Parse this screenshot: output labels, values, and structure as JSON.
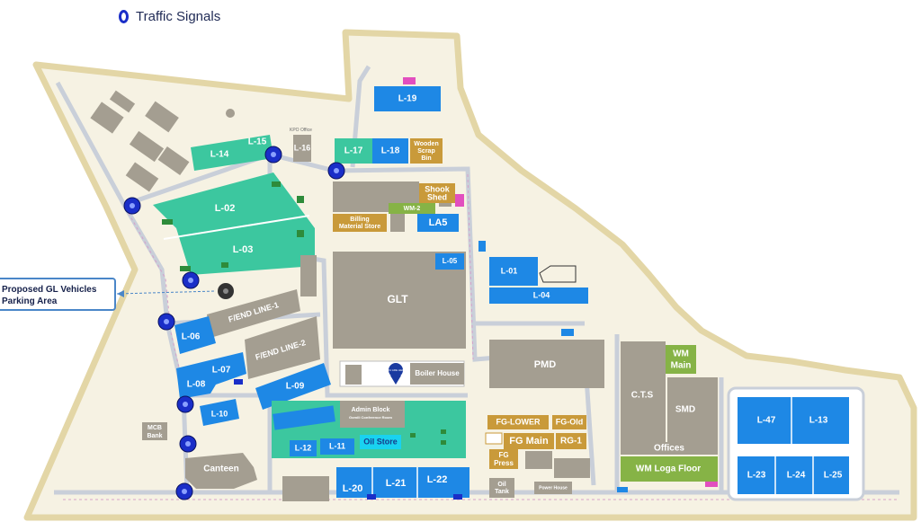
{
  "legend": {
    "traffic_signals": "Traffic Signals"
  },
  "callout": {
    "line1": "Proposed GL Vehicles",
    "line2": "Parking Area"
  },
  "labels": {
    "l19": "L-19",
    "l16": "L-16",
    "kpo": "KPO Office",
    "l14": "L-14",
    "l15": "L-15",
    "l17": "L-17",
    "l18": "L-18",
    "wooden1": "Wooden",
    "wooden2": "Scrap",
    "wooden3": "Bin",
    "l02": "L-02",
    "l03": "L-03",
    "shook1": "Shook",
    "shook2": "Shed",
    "wm2": "WM-2",
    "billing1": "Billing",
    "billing2": "Material Store",
    "la5": "LA5",
    "glt": "GLT",
    "l05": "L-05",
    "l01": "L-01",
    "l04": "L-04",
    "fend1": "F/END LINE-1",
    "fend2": "F/END LINE-2",
    "l06": "L-06",
    "l07": "L-07",
    "l08": "L-08",
    "l09": "L-09",
    "l10": "L-10",
    "boiler": "Boiler House",
    "you_are_here": "YOU ARE HERE",
    "admin1": "Admin Block",
    "admin2": "Gomili Conference Room",
    "oil_store": "Oil Store",
    "l12": "L-12",
    "l11": "L-11",
    "mcb1": "MCB",
    "mcb2": "Bank",
    "canteen": "Canteen",
    "l20": "L-20",
    "l21": "L-21",
    "l22": "L-22",
    "oil_tank1": "Oil",
    "oil_tank2": "Tank",
    "power_house": "Power House",
    "pmd": "PMD",
    "fg_lower": "FG-LOWER",
    "fg_old": "FG-Old",
    "fg_main": "FG Main",
    "rg1": "RG-1",
    "fg_press1": "FG",
    "fg_press2": "Press",
    "cts": "C.T.S",
    "smd": "SMD",
    "wm_main1": "WM",
    "wm_main2": "Main",
    "offices": "Offices",
    "wm_loga": "WM Loga Floor",
    "l47": "L-47",
    "l13": "L-13",
    "l23": "L-23",
    "l24": "L-24",
    "l25": "L-25"
  },
  "colors": {
    "blue": "#1e88e5",
    "teal": "#3cc79f",
    "gray": "#a49e91",
    "gold": "#c99a3a",
    "green": "#86b346",
    "boundary": "#e3d6a6",
    "signal": "#1a2ec8"
  }
}
